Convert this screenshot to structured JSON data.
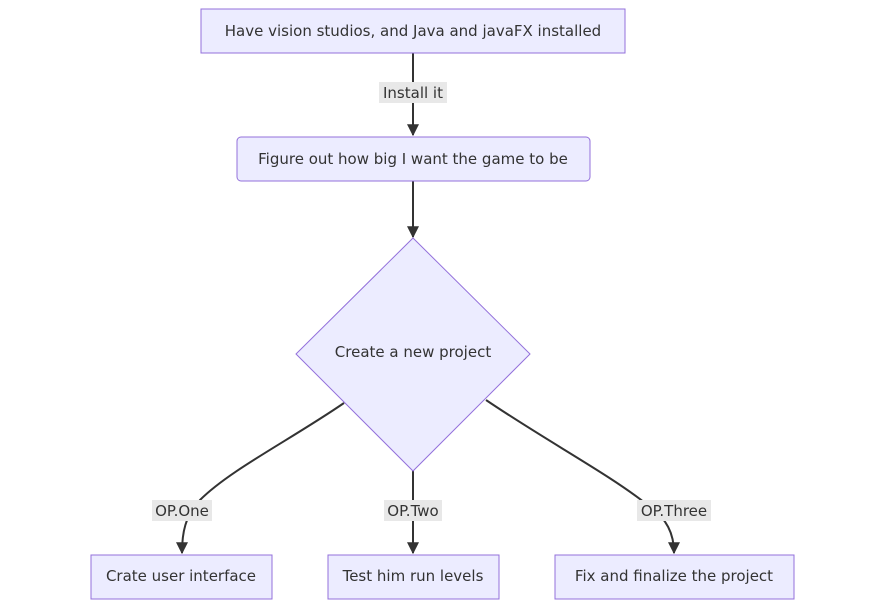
{
  "nodes": {
    "install": {
      "label": "Have vision studios, and Java and javaFX installed"
    },
    "size": {
      "label": "Figure out how big I want the game to be"
    },
    "create": {
      "label": "Create a new project"
    },
    "ui": {
      "label": "Crate user interface"
    },
    "test": {
      "label": "Test him run levels"
    },
    "fix": {
      "label": "Fix and finalize the project"
    }
  },
  "edges": {
    "install_to_size": {
      "label": "Install it"
    },
    "size_to_create": {
      "label": ""
    },
    "create_to_ui": {
      "label": "OP.One"
    },
    "create_to_test": {
      "label": "OP.Two"
    },
    "create_to_fix": {
      "label": "OP.Three"
    }
  },
  "colors": {
    "node_fill": "#ECECFF",
    "node_stroke": "#9370DB",
    "edge": "#333333",
    "label_bg": "#e8e8e8",
    "text": "#333333"
  }
}
